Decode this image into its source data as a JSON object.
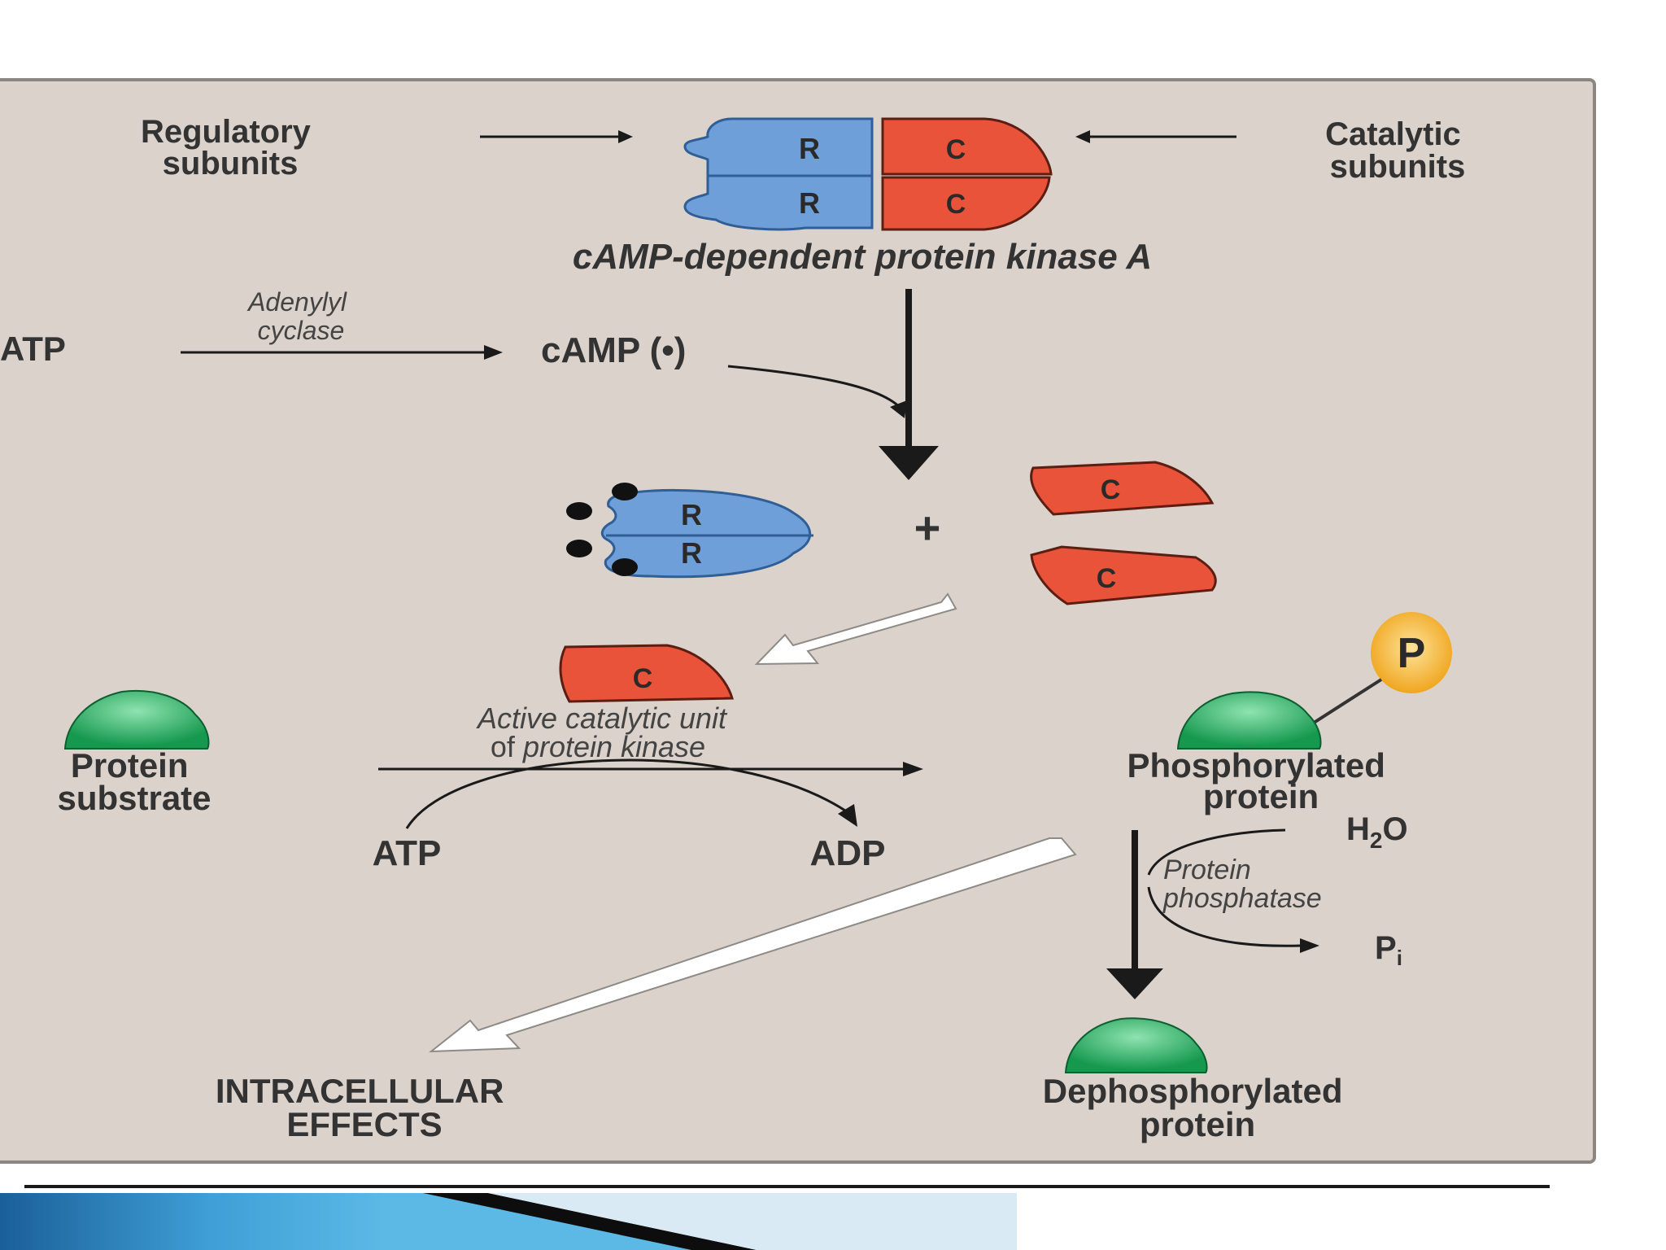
{
  "colors": {
    "panel": "#dbd2cb",
    "regulatory": "#6f9fd8",
    "catalytic": "#e9533a",
    "protein": "#1fa85a",
    "phosphate": "#f4b030",
    "arrow": "#1a1a1a"
  },
  "labels": {
    "regulatory_1": "Regulatory",
    "regulatory_2": "subunits",
    "catalytic_1": "Catalytic",
    "catalytic_2": "subunits",
    "pka": "cAMP-dependent protein kinase A",
    "atp_left": "ATP",
    "adenylyl_1": "Adenylyl",
    "adenylyl_2": "cyclase",
    "camp": "cAMP (•)",
    "r": "R",
    "c": "C",
    "plus": "+",
    "p": "P",
    "active_1": "Active catalytic unit",
    "active_2a": "of ",
    "active_2b": "protein kinase",
    "protein_substrate_1": "Protein",
    "protein_substrate_2": "substrate",
    "atp": "ATP",
    "adp": "ADP",
    "phospho_1": "Phosphorylated",
    "phospho_2": "protein",
    "h2o_h": "H",
    "h2o_2": "2",
    "h2o_o": "O",
    "phosphatase_1": "Protein",
    "phosphatase_2": "phosphatase",
    "pi_p": "P",
    "pi_i": "i",
    "intracellular_1": "INTRACELLULAR",
    "intracellular_2": "EFFECTS",
    "dephospho_1": "Dephosphorylated",
    "dephospho_2": "protein"
  }
}
